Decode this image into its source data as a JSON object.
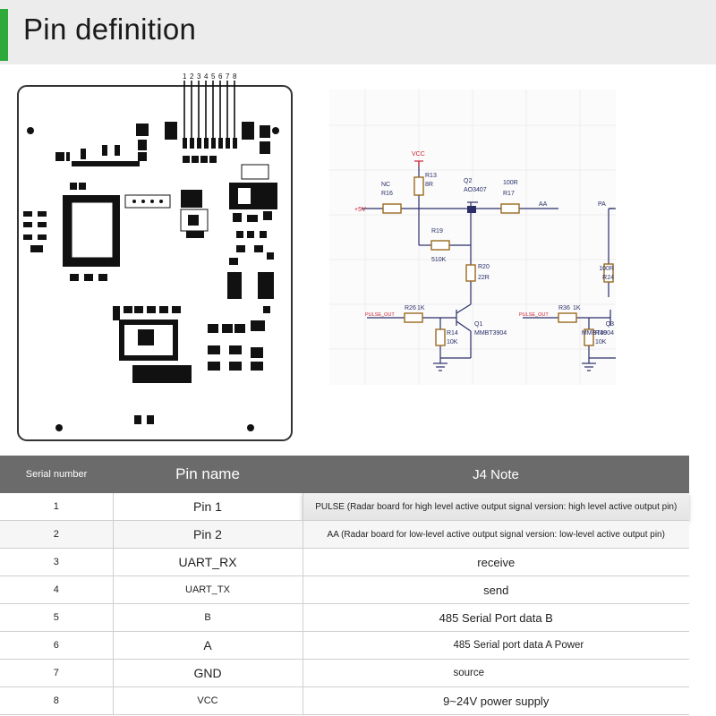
{
  "header": {
    "title": "Pin definition"
  },
  "pcb": {
    "pin_numbers": [
      "1",
      "2",
      "3",
      "4",
      "5",
      "6",
      "7",
      "8"
    ]
  },
  "schematic": {
    "labels": {
      "vcc": "VCC",
      "r13": "R13",
      "r13v": "8R",
      "q2": "Q2",
      "q2v": "AO3407",
      "r17v": "100R",
      "r17": "R17",
      "aa": "AA",
      "nc": "NC",
      "r16": "R16",
      "plus5v": "+5V",
      "r19": "R19",
      "r19v": "510K",
      "r20": "R20",
      "r20v": "22R",
      "pulse1": "PULSE_OUT",
      "r26": "R26",
      "r26v": "1K",
      "q1": "Q1",
      "q1v": "MMBT3904",
      "r14": "R14",
      "r14v": "10K",
      "pa": "PA",
      "r24v": "100R",
      "r24": "R24",
      "pulse2": "PULSE_OUT",
      "r36": "R36",
      "r36v": "1K",
      "q3": "Q3",
      "q3v": "MMBT3904",
      "r40": "R40",
      "r40v": "10K"
    }
  },
  "table": {
    "headers": {
      "serial": "Serial number",
      "pin_name": "Pin name",
      "note": "J4 Note"
    },
    "rows": [
      {
        "serial": "1",
        "pin": "Pin 1",
        "note": "PULSE (Radar board for high level active output signal version: high level active output pin)"
      },
      {
        "serial": "2",
        "pin": "Pin 2",
        "note": "AA (Radar board for low-level active output signal version: low-level active output pin)"
      },
      {
        "serial": "3",
        "pin": "UART_RX",
        "note": "receive"
      },
      {
        "serial": "4",
        "pin": "UART_TX",
        "note": "send"
      },
      {
        "serial": "5",
        "pin": "B",
        "note": "485 Serial Port data B"
      },
      {
        "serial": "6",
        "pin": "A",
        "note": "485 Serial port data A Power"
      },
      {
        "serial": "7",
        "pin": "GND",
        "note": "source"
      },
      {
        "serial": "8",
        "pin": "VCC",
        "note": "9~24V power supply"
      }
    ]
  }
}
